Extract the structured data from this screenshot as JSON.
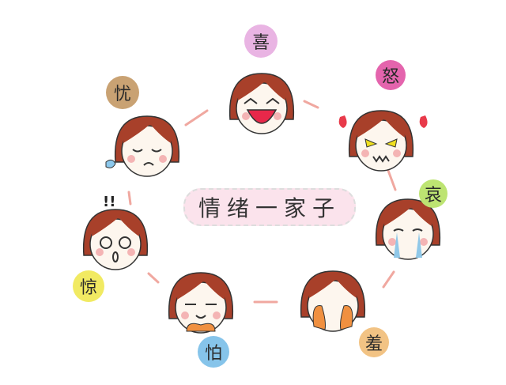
{
  "title": "情绪一家子",
  "emotions": [
    {
      "label": "喜",
      "color": "#e9b4e3",
      "mood": "laughing"
    },
    {
      "label": "怒",
      "color": "#e464ad",
      "mood": "angry"
    },
    {
      "label": "哀",
      "color": "#bde472",
      "mood": "crying"
    },
    {
      "label": "羞",
      "color": "#f2c384",
      "mood": "shy"
    },
    {
      "label": "怕",
      "color": "#86c4ea",
      "mood": "scared"
    },
    {
      "label": "惊",
      "color": "#f1ea62",
      "mood": "surprised"
    },
    {
      "label": "忧",
      "color": "#c9a273",
      "mood": "worried"
    }
  ],
  "colors": {
    "hair": "#a8402a",
    "skin": "#fdf6ee",
    "cheek": "#f4b4b4",
    "connector": "#f0a8a0"
  }
}
